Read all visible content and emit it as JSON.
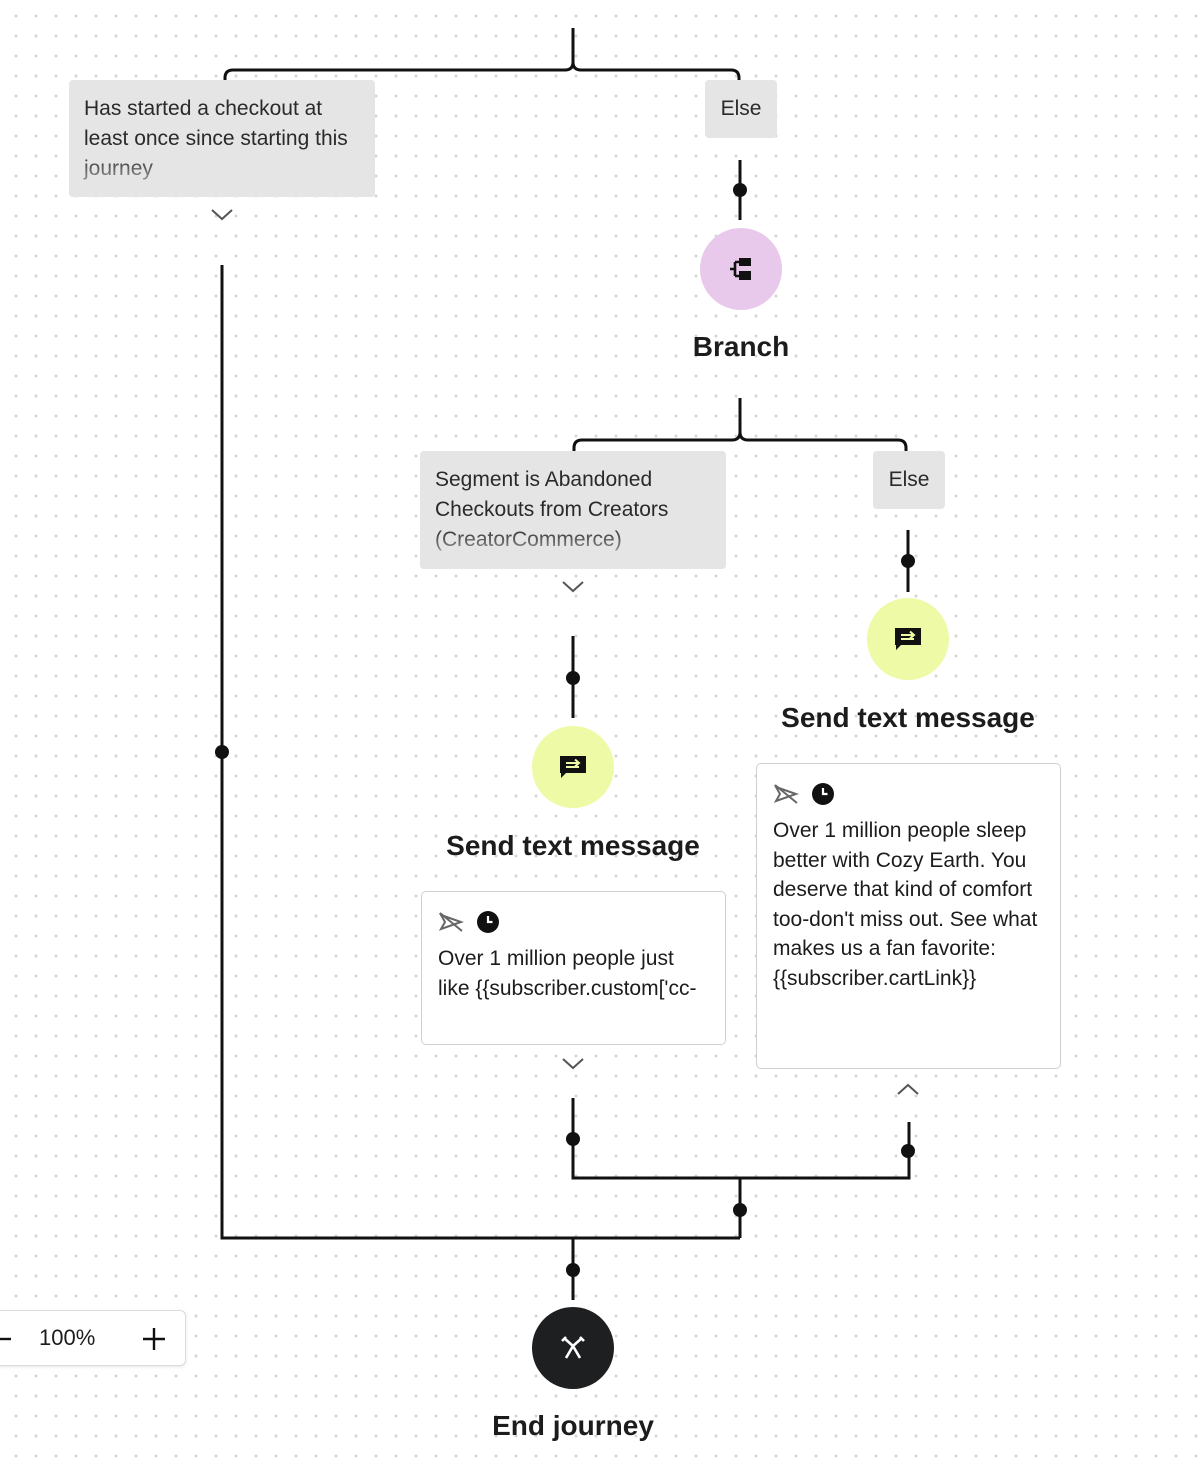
{
  "conditions": {
    "started_checkout": "Has started a checkout at least once since starting this journey",
    "else_top": "Else",
    "segment": "Segment is Abandoned Checkouts from Creators (CreatorCommerce)",
    "else_nested": "Else"
  },
  "nodes": {
    "branch_title": "Branch",
    "sms_left_title": "Send text message",
    "sms_right_title": "Send text message",
    "end_title": "End journey"
  },
  "messages": {
    "left_text": "Over 1 million people just like {{subscriber.custom['cc-",
    "right_text": "Over 1 million people sleep better with Cozy Earth. You deserve that kind of comfort too-don't miss out. See what makes us a fan favorite: {{subscriber.cartLink}}"
  },
  "zoom": {
    "level": "100%"
  },
  "icons": {
    "branch_node": "branch-icon",
    "sms_node": "message-send-icon",
    "end_node": "end-journey-icon",
    "quiet_hours": "send-off-icon",
    "schedule": "clock-icon",
    "collapse": "chevron-down-icon",
    "expand": "chevron-up-icon"
  },
  "colors": {
    "branch_node": "#e8c9ec",
    "sms_node": "#eefaa6",
    "end_node": "#1e1f21",
    "condition_bg": "#e5e5e5",
    "line": "#111111"
  }
}
